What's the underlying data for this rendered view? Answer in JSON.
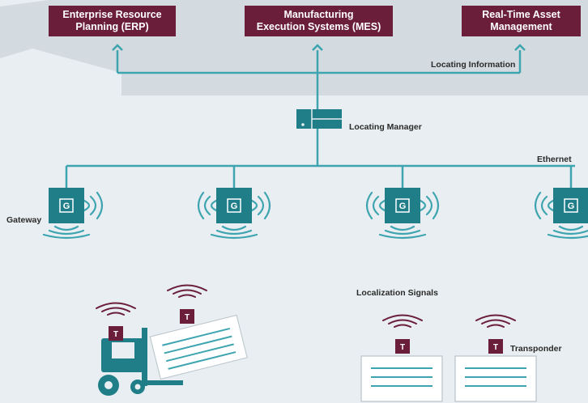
{
  "systems": [
    {
      "line1": "Enterprise Resource",
      "line2": "Planning (ERP)"
    },
    {
      "line1": "Manufacturing",
      "line2": "Execution Systems (MES)"
    },
    {
      "line1": "Real-Time Asset",
      "line2": "Management"
    }
  ],
  "labels": {
    "locating_information": "Locating Information",
    "locating_manager": "Locating Manager",
    "ethernet": "Ethernet",
    "gateway": "Gateway",
    "localization_signals": "Localization Signals",
    "transponder": "Transponder"
  },
  "gateway_letter": "G",
  "transponder_letter": "T",
  "colors": {
    "maroon": "#6b1e3a",
    "teal": "#3ea5b0",
    "teal_dark": "#1f7e88",
    "sky": "#e8eef1",
    "building": "#d3dbe0"
  }
}
